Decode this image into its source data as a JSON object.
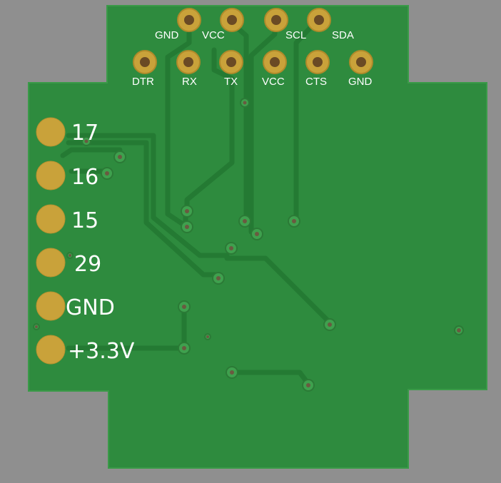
{
  "colors": {
    "background": "#8f8f8f",
    "board": "#2e8b3e",
    "trace": "#247a33",
    "pad_gold": "#c9a23a",
    "pad_ring": "#b08a2a",
    "via_ring": "#3fa04e",
    "via_hole": "#6a5a40",
    "silk": "#ffffff"
  },
  "top_row_labels": [
    "GND",
    "VCC",
    "SCL",
    "SDA"
  ],
  "second_row_labels": [
    "DTR",
    "RX",
    "TX",
    "VCC",
    "CTS",
    "GND"
  ],
  "side_labels": [
    "17",
    "16",
    "15",
    "29",
    "GND",
    "+3.3V"
  ]
}
